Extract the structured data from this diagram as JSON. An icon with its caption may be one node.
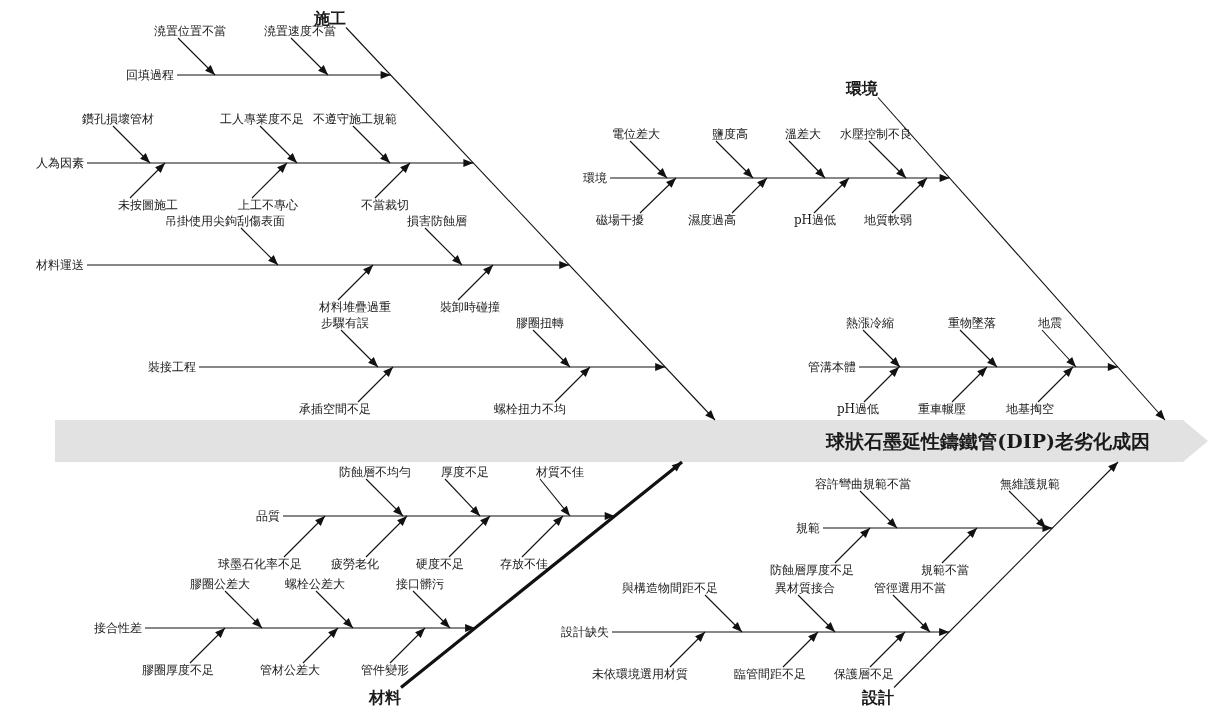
{
  "diagram": {
    "nodes": [
      {
        "text": [
          "施工"
        ]
      },
      {
        "text": [
          "回填過程"
        ]
      },
      {
        "text": [
          "澆置位置不當"
        ]
      },
      {
        "text": [
          "澆置速度不當"
        ]
      },
      {
        "text": [
          "人為因素"
        ]
      },
      {
        "text": [
          "鑽孔損壞管材"
        ]
      },
      {
        "text": [
          "工人專業度不足"
        ]
      },
      {
        "text": [
          "不遵守施工規範"
        ]
      },
      {
        "text": [
          "未按圖施工"
        ]
      },
      {
        "text": [
          "上工不專心"
        ]
      },
      {
        "text": [
          "不當裁切"
        ]
      },
      {
        "text": [
          "材料運送"
        ]
      },
      {
        "text": [
          "吊掛使用尖鉤刮傷表面"
        ]
      },
      {
        "text": [
          "損害防蝕層"
        ]
      },
      {
        "text": [
          "材料堆疊過重"
        ]
      },
      {
        "text": [
          "裝卸時碰撞"
        ]
      },
      {
        "text": [
          "裝接工程"
        ]
      },
      {
        "text": [
          "步驟有誤"
        ]
      },
      {
        "text": [
          "膠圈扭轉"
        ]
      },
      {
        "text": [
          "承插空間不足"
        ]
      },
      {
        "text": [
          "螺栓扭力不均"
        ]
      },
      {
        "text": [
          "環境"
        ]
      },
      {
        "text": [
          "環境"
        ]
      },
      {
        "text": [
          "電位差大"
        ]
      },
      {
        "text": [
          "鹽度高"
        ]
      },
      {
        "text": [
          "溫差大"
        ]
      },
      {
        "text": [
          "水壓控制不良"
        ]
      },
      {
        "text": [
          "磁場干擾"
        ]
      },
      {
        "text": [
          "濕度過高"
        ]
      },
      {
        "text": [
          "pH過低"
        ]
      },
      {
        "text": [
          "地質軟弱"
        ]
      },
      {
        "text": [
          "管溝本體"
        ]
      },
      {
        "text": [
          "熱漲冷縮"
        ]
      },
      {
        "text": [
          "重物墜落"
        ]
      },
      {
        "text": [
          "地震"
        ]
      },
      {
        "text": [
          "pH過低"
        ]
      },
      {
        "text": [
          "重車輾壓"
        ]
      },
      {
        "text": [
          "地基掏空"
        ]
      },
      {
        "text": [
          "球狀石墨延性鑄鐵管(DIP)老劣化成因"
        ]
      },
      {
        "text": [
          "材料"
        ]
      },
      {
        "text": [
          "品質"
        ]
      },
      {
        "text": [
          "防蝕層不均勻"
        ]
      },
      {
        "text": [
          "厚度不足"
        ]
      },
      {
        "text": [
          "材質不佳"
        ]
      },
      {
        "text": [
          "球墨石化率不足"
        ]
      },
      {
        "text": [
          "疲勞老化"
        ]
      },
      {
        "text": [
          "硬度不足"
        ]
      },
      {
        "text": [
          "存放不佳"
        ]
      },
      {
        "text": [
          "接合性差"
        ]
      },
      {
        "text": [
          "膠圈公差大"
        ]
      },
      {
        "text": [
          "螺栓公差大"
        ]
      },
      {
        "text": [
          "接口髒污"
        ]
      },
      {
        "text": [
          "膠圈厚度不足"
        ]
      },
      {
        "text": [
          "管材公差大"
        ]
      },
      {
        "text": [
          "管件變形"
        ]
      },
      {
        "text": [
          "設計"
        ]
      },
      {
        "text": [
          "規範"
        ]
      },
      {
        "text": [
          "容許彎曲規範不當"
        ]
      },
      {
        "text": [
          "無維護規範"
        ]
      },
      {
        "text": [
          "防蝕層厚度不足"
        ]
      },
      {
        "text": [
          "規範不當"
        ]
      },
      {
        "text": [
          "設計缺失"
        ]
      },
      {
        "text": [
          "與構造物間距不足"
        ]
      },
      {
        "text": [
          "異材質接合"
        ]
      },
      {
        "text": [
          "管徑選用不當"
        ]
      },
      {
        "text": [
          "未依環境選用材質"
        ]
      },
      {
        "text": [
          "臨管間距不足"
        ]
      },
      {
        "text": [
          "保護層不足"
        ]
      }
    ],
    "edges": [
      {
        "from": 0,
        "to": 38,
        "arrow": "to"
      },
      {
        "from": 1,
        "to": null,
        "arrow": "to"
      },
      {
        "from": 2,
        "to": null,
        "arrow": "to"
      },
      {
        "from": 3,
        "to": null,
        "arrow": "to"
      },
      {
        "from": 4,
        "to": null,
        "arrow": "to"
      },
      {
        "from": 5,
        "to": null,
        "arrow": "to"
      },
      {
        "from": 6,
        "to": null,
        "arrow": "to"
      },
      {
        "from": 7,
        "to": null,
        "arrow": "to"
      },
      {
        "from": 8,
        "to": null,
        "arrow": "to"
      },
      {
        "from": 9,
        "to": null,
        "arrow": "to"
      },
      {
        "from": 10,
        "to": null,
        "arrow": "to"
      },
      {
        "from": 11,
        "to": null,
        "arrow": "to"
      },
      {
        "from": 12,
        "to": null,
        "arrow": "to"
      },
      {
        "from": 13,
        "to": null,
        "arrow": "to"
      },
      {
        "from": 14,
        "to": null,
        "arrow": "to"
      },
      {
        "from": 15,
        "to": null,
        "arrow": "to"
      },
      {
        "from": 16,
        "to": null,
        "arrow": "to"
      },
      {
        "from": 17,
        "to": null,
        "arrow": "to"
      },
      {
        "from": 18,
        "to": null,
        "arrow": "to"
      },
      {
        "from": 19,
        "to": null,
        "arrow": "to"
      },
      {
        "from": 20,
        "to": null,
        "arrow": "to"
      },
      {
        "from": 21,
        "to": 38,
        "arrow": "to"
      },
      {
        "from": 22,
        "to": null,
        "arrow": "to"
      },
      {
        "from": 23,
        "to": null,
        "arrow": "to"
      },
      {
        "from": 24,
        "to": null,
        "arrow": "to"
      },
      {
        "from": 25,
        "to": null,
        "arrow": "to"
      },
      {
        "from": 26,
        "to": null,
        "arrow": "to"
      },
      {
        "from": 27,
        "to": null,
        "arrow": "to"
      },
      {
        "from": 28,
        "to": null,
        "arrow": "to"
      },
      {
        "from": 29,
        "to": null,
        "arrow": "to"
      },
      {
        "from": 30,
        "to": null,
        "arrow": "to"
      },
      {
        "from": 31,
        "to": null,
        "arrow": "to"
      },
      {
        "from": 32,
        "to": null,
        "arrow": "to"
      },
      {
        "from": 33,
        "to": null,
        "arrow": "to"
      },
      {
        "from": 34,
        "to": null,
        "arrow": "to"
      },
      {
        "from": 35,
        "to": null,
        "arrow": "to"
      },
      {
        "from": 36,
        "to": null,
        "arrow": "to"
      },
      {
        "from": 37,
        "to": null,
        "arrow": "to"
      },
      {
        "from": 39,
        "to": 38,
        "arrow": "to",
        "style": "thick"
      },
      {
        "from": 40,
        "to": null,
        "arrow": "to"
      },
      {
        "from": 41,
        "to": null,
        "arrow": "to"
      },
      {
        "from": 42,
        "to": null,
        "arrow": "to"
      },
      {
        "from": 43,
        "to": null,
        "arrow": "to"
      },
      {
        "from": 44,
        "to": null,
        "arrow": "to"
      },
      {
        "from": 45,
        "to": null,
        "arrow": "to"
      },
      {
        "from": 46,
        "to": null,
        "arrow": "to"
      },
      {
        "from": 47,
        "to": null,
        "arrow": "to"
      },
      {
        "from": 48,
        "to": null,
        "arrow": "to"
      },
      {
        "from": 49,
        "to": null,
        "arrow": "to"
      },
      {
        "from": 50,
        "to": null,
        "arrow": "to"
      },
      {
        "from": 51,
        "to": null,
        "arrow": "to"
      },
      {
        "from": 52,
        "to": null,
        "arrow": "to"
      },
      {
        "from": 53,
        "to": null,
        "arrow": "to"
      },
      {
        "from": 54,
        "to": null,
        "arrow": "to"
      },
      {
        "from": 55,
        "to": 38,
        "arrow": "to"
      },
      {
        "from": 56,
        "to": null,
        "arrow": "to"
      },
      {
        "from": 57,
        "to": null,
        "arrow": "to"
      },
      {
        "from": 58,
        "to": null,
        "arrow": "to"
      },
      {
        "from": 59,
        "to": null,
        "arrow": "to"
      },
      {
        "from": 60,
        "to": null,
        "arrow": "to"
      },
      {
        "from": 61,
        "to": null,
        "arrow": "to"
      },
      {
        "from": 62,
        "to": null,
        "arrow": "to"
      },
      {
        "from": 63,
        "to": null,
        "arrow": "to"
      },
      {
        "from": 64,
        "to": null,
        "arrow": "to"
      },
      {
        "from": 65,
        "to": null,
        "arrow": "to"
      },
      {
        "from": 66,
        "to": null,
        "arrow": "to"
      },
      {
        "from": 67,
        "to": null,
        "arrow": "to"
      }
    ]
  }
}
